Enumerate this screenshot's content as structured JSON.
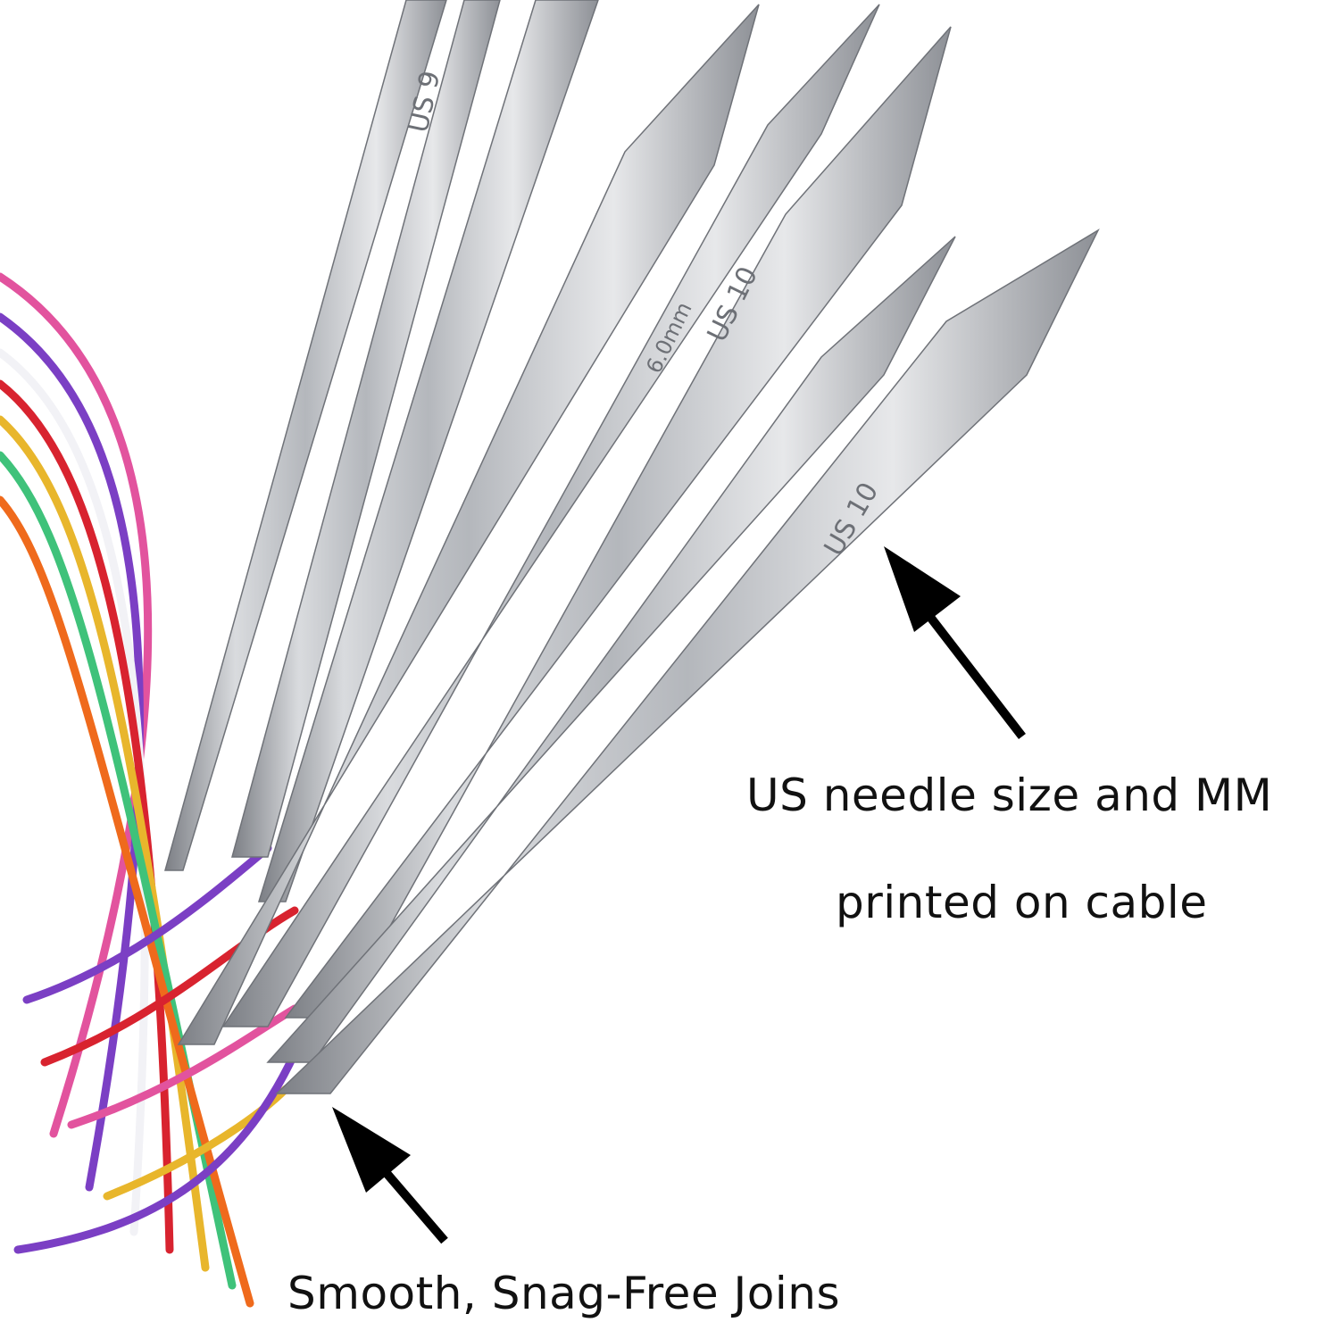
{
  "image": {
    "subject": "circular knitting needles with colored cables",
    "background": "#ffffff"
  },
  "needle_markings": {
    "left": "US 9",
    "middle_mm": "6.0mm",
    "middle_us": "US 10",
    "right": "US 10"
  },
  "captions": {
    "size_line1": "US needle size and MM",
    "size_line2": "printed on cable",
    "joins": "Smooth, Snag-Free Joins"
  },
  "cable_colors": [
    "#e2539e",
    "#7b3fc4",
    "#d8232f",
    "#f2f2f6",
    "#e8b62c",
    "#3fc27a",
    "#ef6a1c"
  ],
  "icons": {
    "arrow_size": "arrow-up-left-icon",
    "arrow_joins": "arrow-up-left-icon"
  }
}
